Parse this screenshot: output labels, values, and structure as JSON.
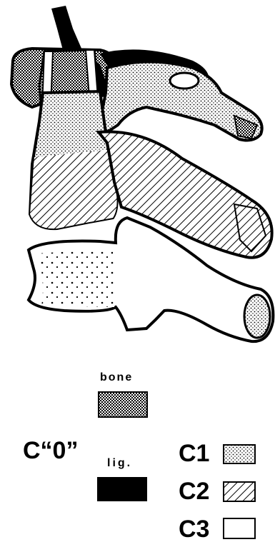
{
  "legend": {
    "bone_label": "bone",
    "lig_label": "lig.",
    "c0_label": "C“0”",
    "c1_label": "C1",
    "c2_label": "C2",
    "c3_label": "C3"
  }
}
